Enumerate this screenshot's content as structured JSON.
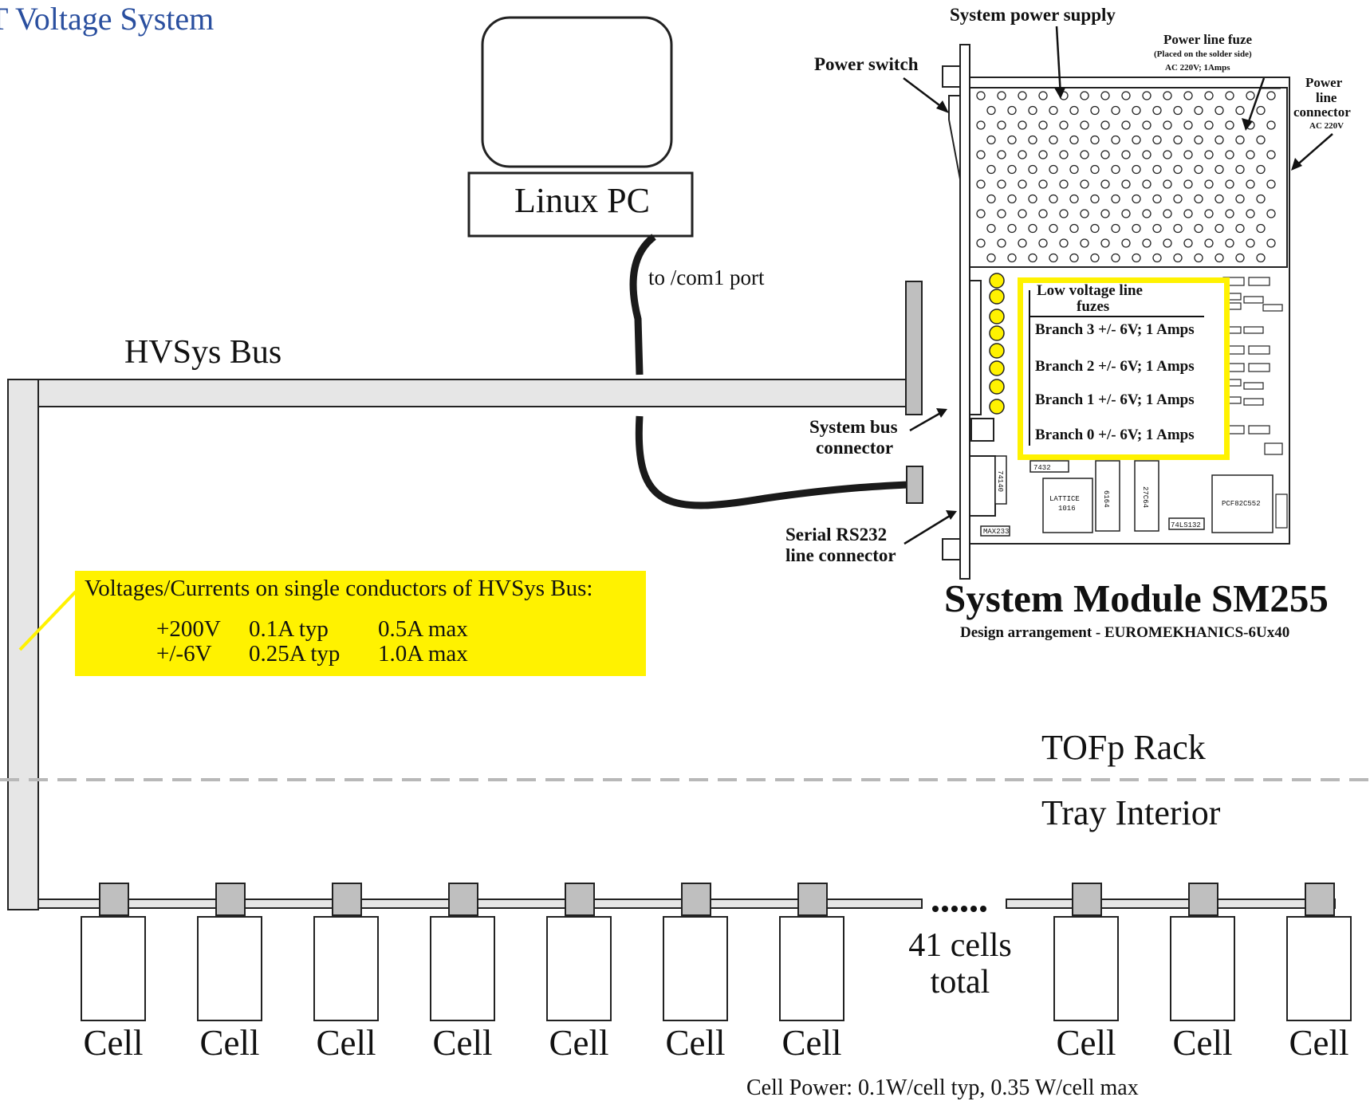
{
  "diagram": {
    "title": "T Voltage System",
    "pc": {
      "label": "Linux PC",
      "port_label": "to /com1 port"
    },
    "bus": {
      "label": "HVSys Bus"
    },
    "zones": {
      "upper": "TOFp Rack",
      "lower": "Tray Interior"
    },
    "conductors": {
      "title": "Voltages/Currents on single conductors of HVSys Bus:",
      "rows": [
        {
          "voltage": "+200V",
          "typical": "0.1A typ",
          "maximum": "0.5A max"
        },
        {
          "voltage": "+/-6V",
          "typical": "0.25A typ",
          "maximum": "1.0A max"
        }
      ]
    },
    "module": {
      "title": "System Module SM255",
      "subtitle": "Design arrangement - EUROMEKHANICS-6Ux40",
      "annotations": {
        "power_supply": "System power supply",
        "power_switch": "Power switch",
        "fuze_title": "Power line fuze",
        "fuze_note": "(Placed on the solder side)",
        "fuze_rating": "AC 220V; 1Amps",
        "connector_1": "Power",
        "connector_2": "line",
        "connector_3": "connector",
        "connector_rating": "AC 220V",
        "bus_connector_1": "System bus",
        "bus_connector_2": "connector",
        "serial_1": "Serial RS232",
        "serial_2": "line connector"
      },
      "fuses": {
        "title_1": "Low voltage line",
        "title_2": "fuzes",
        "branches": [
          "Branch 3 +/- 6V; 1 Amps",
          "Branch 2 +/- 6V; 1 Amps",
          "Branch 1 +/- 6V; 1 Amps",
          "Branch 0 +/- 6V; 1 Amps"
        ]
      },
      "chips": {
        "c1": "7432",
        "c2": "LATTICE",
        "c2b": "1016",
        "c3": "6164",
        "c4": "27C64",
        "c5": "PCF82C552",
        "c6": "74LS132",
        "c7": "MAX233",
        "c8": "74140"
      }
    },
    "cells": {
      "label": "Cell",
      "ellipsis": "......",
      "total_1": "41 cells",
      "total_2": "total",
      "power": "Cell Power: 0.1W/cell typ, 0.35 W/cell max"
    },
    "colors": {
      "highlight": "#fff200",
      "bus_fill": "#e6e6e6",
      "title": "#2a4f9f"
    }
  }
}
